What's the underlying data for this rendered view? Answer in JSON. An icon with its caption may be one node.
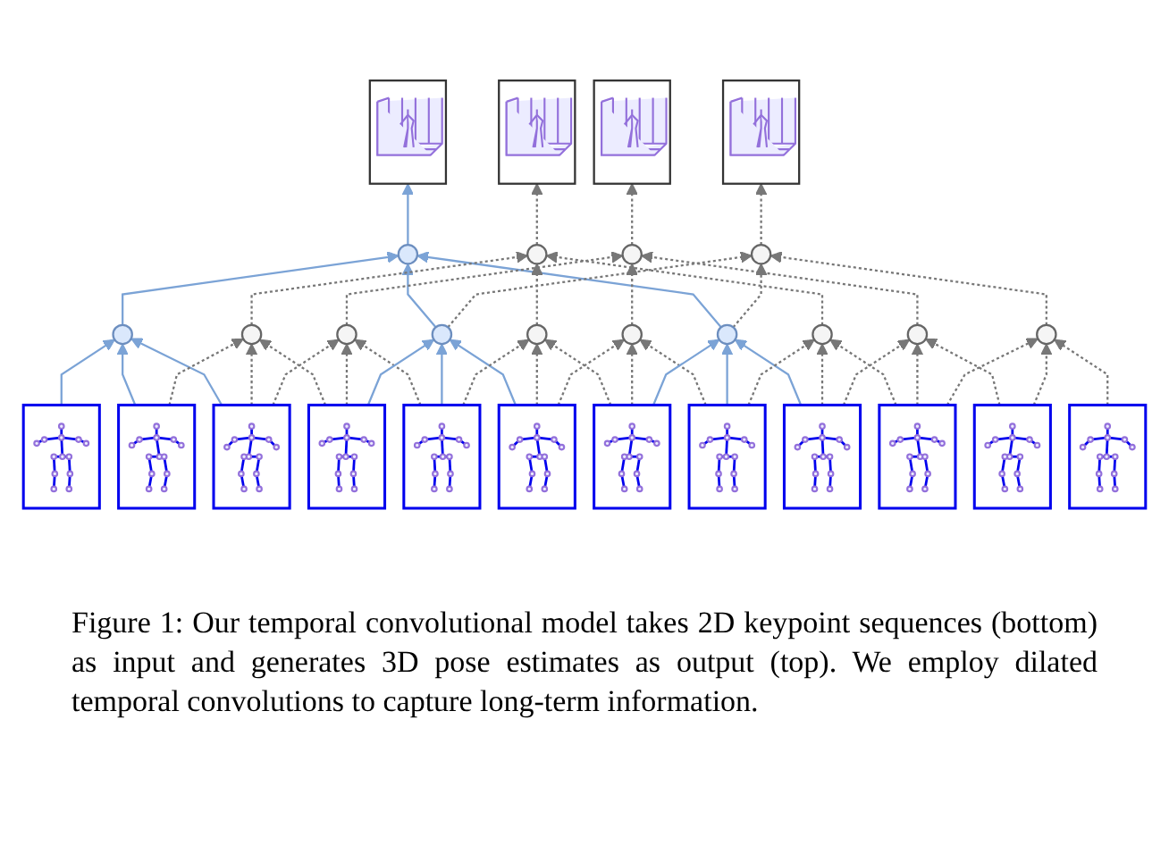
{
  "diagram": {
    "caption": "Figure 1: Our temporal convolutional model takes 2D keypoint sequences (bottom) as input and generates 3D pose estimates as output (top). We employ dilated temporal convolutions to capture long-term information.",
    "nodes": [
      {
        "text": [],
        "shape": "picture"
      },
      {
        "text": [],
        "shape": "picture"
      },
      {
        "text": [],
        "shape": "picture"
      },
      {
        "text": [],
        "shape": "picture"
      },
      {
        "text": [],
        "shape": "circle"
      },
      {
        "text": [],
        "shape": "circle"
      },
      {
        "text": [],
        "shape": "circle"
      },
      {
        "text": [],
        "shape": "circle"
      },
      {
        "text": [],
        "shape": "circle"
      },
      {
        "text": [],
        "shape": "circle"
      },
      {
        "text": [],
        "shape": "circle"
      },
      {
        "text": [],
        "shape": "circle"
      },
      {
        "text": [],
        "shape": "circle"
      },
      {
        "text": [],
        "shape": "circle"
      },
      {
        "text": [],
        "shape": "circle"
      },
      {
        "text": [],
        "shape": "circle"
      },
      {
        "text": [],
        "shape": "circle"
      },
      {
        "text": [],
        "shape": "circle"
      },
      {
        "text": [],
        "shape": "picture"
      },
      {
        "text": [],
        "shape": "picture"
      },
      {
        "text": [],
        "shape": "picture"
      },
      {
        "text": [],
        "shape": "picture"
      },
      {
        "text": [],
        "shape": "picture"
      },
      {
        "text": [],
        "shape": "picture"
      },
      {
        "text": [],
        "shape": "picture"
      },
      {
        "text": [],
        "shape": "picture"
      },
      {
        "text": [],
        "shape": "picture"
      },
      {
        "text": [],
        "shape": "picture"
      },
      {
        "text": [],
        "shape": "picture"
      },
      {
        "text": [],
        "shape": "picture"
      }
    ],
    "edges": [
      {
        "from": 18,
        "to": 8,
        "arrow": "to",
        "color": "#7ba3d6"
      },
      {
        "from": 19,
        "to": 8,
        "arrow": "to",
        "color": "#7ba3d6"
      },
      {
        "from": 20,
        "to": 8,
        "arrow": "to",
        "color": "#7ba3d6"
      },
      {
        "from": 19,
        "to": 9,
        "arrow": "to",
        "style": "dashed"
      },
      {
        "from": 20,
        "to": 9,
        "arrow": "to",
        "style": "dashed"
      },
      {
        "from": 21,
        "to": 9,
        "arrow": "to",
        "style": "dashed"
      },
      {
        "from": 20,
        "to": 10,
        "arrow": "to",
        "style": "dashed"
      },
      {
        "from": 21,
        "to": 10,
        "arrow": "to",
        "style": "dashed"
      },
      {
        "from": 22,
        "to": 10,
        "arrow": "to",
        "style": "dashed"
      },
      {
        "from": 21,
        "to": 11,
        "arrow": "to",
        "color": "#7ba3d6"
      },
      {
        "from": 22,
        "to": 11,
        "arrow": "to",
        "color": "#7ba3d6"
      },
      {
        "from": 23,
        "to": 11,
        "arrow": "to",
        "color": "#7ba3d6"
      },
      {
        "from": 22,
        "to": 12,
        "arrow": "to",
        "style": "dashed"
      },
      {
        "from": 23,
        "to": 12,
        "arrow": "to",
        "style": "dashed"
      },
      {
        "from": 24,
        "to": 12,
        "arrow": "to",
        "style": "dashed"
      },
      {
        "from": 23,
        "to": 13,
        "arrow": "to",
        "style": "dashed"
      },
      {
        "from": 24,
        "to": 13,
        "arrow": "to",
        "style": "dashed"
      },
      {
        "from": 25,
        "to": 13,
        "arrow": "to",
        "style": "dashed"
      },
      {
        "from": 24,
        "to": 14,
        "arrow": "to",
        "color": "#7ba3d6"
      },
      {
        "from": 25,
        "to": 14,
        "arrow": "to",
        "color": "#7ba3d6"
      },
      {
        "from": 26,
        "to": 14,
        "arrow": "to",
        "color": "#7ba3d6"
      },
      {
        "from": 25,
        "to": 15,
        "arrow": "to",
        "style": "dashed"
      },
      {
        "from": 26,
        "to": 15,
        "arrow": "to",
        "style": "dashed"
      },
      {
        "from": 27,
        "to": 15,
        "arrow": "to",
        "style": "dashed"
      },
      {
        "from": 26,
        "to": 16,
        "arrow": "to",
        "style": "dashed"
      },
      {
        "from": 27,
        "to": 16,
        "arrow": "to",
        "style": "dashed"
      },
      {
        "from": 28,
        "to": 16,
        "arrow": "to",
        "style": "dashed"
      },
      {
        "from": 27,
        "to": 17,
        "arrow": "to",
        "style": "dashed"
      },
      {
        "from": 28,
        "to": 17,
        "arrow": "to",
        "style": "dashed"
      },
      {
        "from": 29,
        "to": 17,
        "arrow": "to",
        "style": "dashed"
      },
      {
        "from": 8,
        "to": 4,
        "arrow": "to",
        "color": "#7ba3d6"
      },
      {
        "from": 11,
        "to": 4,
        "arrow": "to",
        "color": "#7ba3d6"
      },
      {
        "from": 14,
        "to": 4,
        "arrow": "to",
        "color": "#7ba3d6"
      },
      {
        "from": 9,
        "to": 5,
        "arrow": "to",
        "style": "dashed"
      },
      {
        "from": 12,
        "to": 5,
        "arrow": "to",
        "style": "dashed"
      },
      {
        "from": 15,
        "to": 5,
        "arrow": "to",
        "style": "dashed"
      },
      {
        "from": 10,
        "to": 6,
        "arrow": "to",
        "style": "dashed"
      },
      {
        "from": 13,
        "to": 6,
        "arrow": "to",
        "style": "dashed"
      },
      {
        "from": 16,
        "to": 6,
        "arrow": "to",
        "style": "dashed"
      },
      {
        "from": 11,
        "to": 7,
        "arrow": "to",
        "style": "dashed"
      },
      {
        "from": 14,
        "to": 7,
        "arrow": "to",
        "style": "dashed"
      },
      {
        "from": 17,
        "to": 7,
        "arrow": "to",
        "style": "dashed"
      },
      {
        "from": 4,
        "to": 0,
        "arrow": "to",
        "color": "#7ba3d6"
      },
      {
        "from": 5,
        "to": 1,
        "arrow": "to",
        "style": "dashed"
      },
      {
        "from": 6,
        "to": 2,
        "arrow": "to",
        "style": "dashed"
      },
      {
        "from": 7,
        "to": 3,
        "arrow": "to",
        "style": "dashed"
      }
    ]
  }
}
